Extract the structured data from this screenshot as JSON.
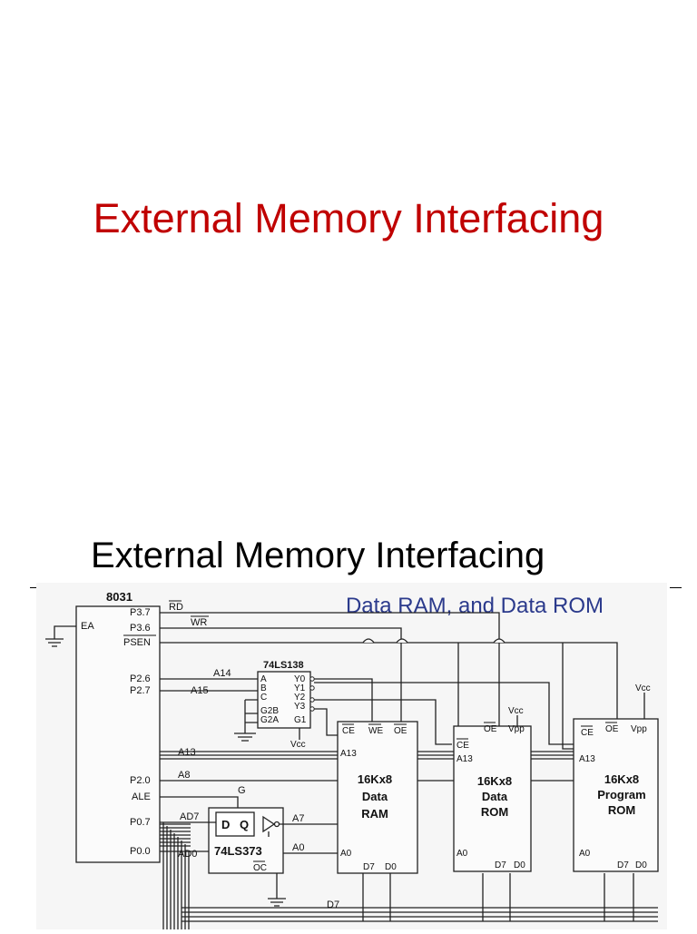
{
  "slide1": {
    "title": "External Memory Interfacing"
  },
  "slide2": {
    "title": "External Memory Interfacing",
    "subtitle": "Data RAM, and Data ROM"
  },
  "diagram": {
    "mcu": {
      "name": "8031",
      "ea": "EA",
      "pins": [
        "P3.7",
        "P3.6",
        "PSEN",
        "P2.6",
        "P2.7",
        "P2.0",
        "ALE",
        "P0.7",
        "P0.0"
      ]
    },
    "signals": {
      "rd": "RD",
      "wr": "WR",
      "a14": "A14",
      "a15": "A15",
      "a13": "A13",
      "a8": "A8",
      "g": "G",
      "ad7": "AD7",
      "ad0": "AD0",
      "a7": "A7",
      "a0": "A0",
      "d7": "D7"
    },
    "decoder": {
      "name": "74LS138",
      "inputs": [
        "A",
        "B",
        "C",
        "G2B",
        "G2A"
      ],
      "outputs": [
        "Y0",
        "Y1",
        "Y2",
        "Y3"
      ],
      "g1": "G1",
      "vcc": "Vcc"
    },
    "latch": {
      "name": "74LS373",
      "d": "D",
      "q": "Q",
      "oc": "OC"
    },
    "ram": {
      "ce": "CE",
      "we": "WE",
      "oe": "OE",
      "a13": "A13",
      "a0": "A0",
      "d7": "D7",
      "d0": "D0",
      "size": "16Kx8",
      "type1": "Data",
      "type2": "RAM"
    },
    "rom1": {
      "ce": "CE",
      "oe": "OE",
      "vpp": "Vpp",
      "vcc": "Vcc",
      "a13": "A13",
      "a0": "A0",
      "d7": "D7",
      "d0": "D0",
      "size": "16Kx8",
      "type1": "Data",
      "type2": "ROM"
    },
    "rom2": {
      "ce": "CE",
      "oe": "OE",
      "vpp": "Vpp",
      "vcc": "Vcc",
      "a13": "A13",
      "a0": "A0",
      "d7": "D7",
      "d0": "D0",
      "size": "16Kx8",
      "type1": "Program",
      "type2": "ROM"
    }
  }
}
